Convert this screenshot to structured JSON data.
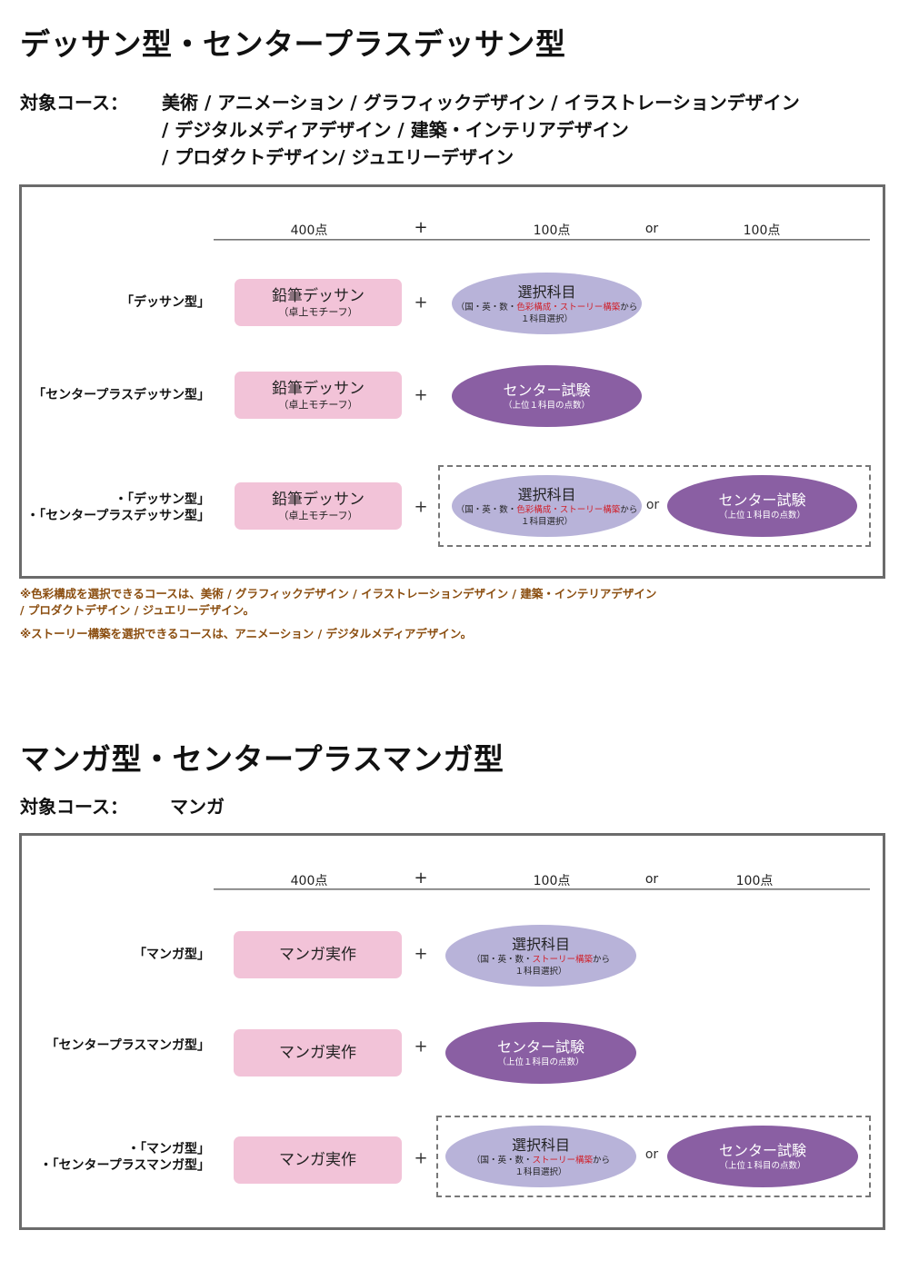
{
  "section1": {
    "title": "デッサン型・センタープラスデッサン型",
    "courses_label": "対象コース：",
    "courses_lines": [
      "美術 / アニメーション / グラフィックデザイン / イラストレーションデザイン",
      "/ デジタルメディアデザイン / 建築・インテリアデザイン",
      "/ プロダクトデザイン/ ジュエリーデザイン"
    ],
    "headers": {
      "h1": "400点",
      "plus": "+",
      "h2": "100点",
      "or": "or",
      "h3": "100点"
    },
    "rows": [
      {
        "label": "「デッサン型」"
      },
      {
        "label": "「センタープラスデッサン型」"
      },
      {
        "label_a": "・「デッサン型」",
        "label_b": "・「センタープラスデッサン型」"
      }
    ],
    "practical": {
      "main": "鉛筆デッサン",
      "sub": "（卓上モチーフ）"
    },
    "elective": {
      "main": "選択科目",
      "sub_pre": "（国・英・数・",
      "sub_red": "色彩構成・ストーリー構築",
      "sub_post": "から",
      "sub2": "１科目選択）"
    },
    "center": {
      "main": "センター試験",
      "sub": "（上位１科目の点数）"
    },
    "plus_sign": "+",
    "or_word": "or",
    "notes": [
      "※色彩構成を選択できるコースは、美術 / グラフィックデザイン / イラストレーションデザイン / 建築・インテリアデザイン",
      "/ プロダクトデザイン / ジュエリーデザイン。",
      "※ストーリー構築を選択できるコースは、アニメーション / デジタルメディアデザイン。"
    ]
  },
  "section2": {
    "title": "マンガ型・センタープラスマンガ型",
    "courses_label": "対象コース：",
    "courses_value": "マンガ",
    "headers": {
      "h1": "400点",
      "plus": "+",
      "h2": "100点",
      "or": "or",
      "h3": "100点"
    },
    "rows": [
      {
        "label": "「マンガ型」"
      },
      {
        "label": "「センタープラスマンガ型」"
      },
      {
        "label_a": "・「マンガ型」",
        "label_b": "・「センタープラスマンガ型」"
      }
    ],
    "practical": {
      "main": "マンガ実作"
    },
    "elective": {
      "main": "選択科目",
      "sub_pre": "（国・英・数・",
      "sub_red": "ストーリー構築",
      "sub_post": "から",
      "sub2": "１科目選択）"
    },
    "center": {
      "main": "センター試験",
      "sub": "（上位１科目の点数）"
    },
    "plus_sign": "+",
    "or_word": "or"
  },
  "colors": {
    "practical_box": "#f2c3d8",
    "elective_ellipse": "#b8b3d9",
    "center_ellipse": "#8a5fa3",
    "highlight_red": "#d0202a",
    "note_brown": "#8b4e10",
    "frame_gray": "#6b6b6b"
  }
}
